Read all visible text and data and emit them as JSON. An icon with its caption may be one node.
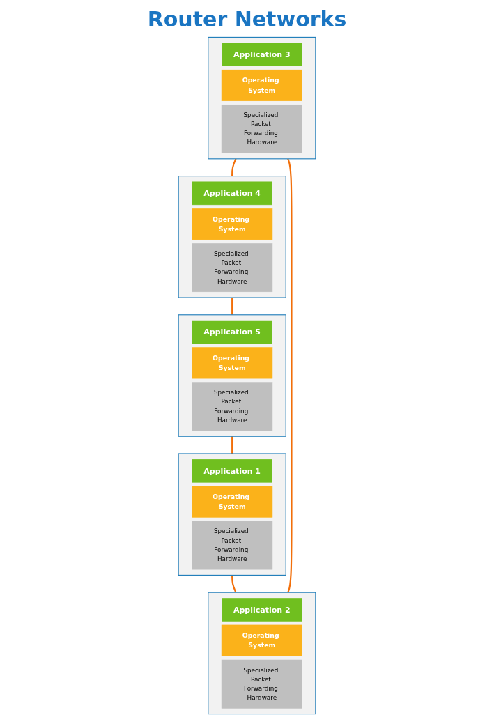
{
  "diagram": {
    "title": "Router Networks",
    "nodes": [
      {
        "text": [],
        "shape": "box"
      },
      {
        "text": [
          "Application 1"
        ],
        "in": 0
      },
      {
        "text": [
          "Operating System"
        ],
        "in": 0
      },
      {
        "text": [
          "Specialized Packet Forwarding Hardware"
        ],
        "in": 0
      },
      {
        "text": [],
        "shape": "box"
      },
      {
        "text": [
          "Application 5"
        ],
        "in": 4
      },
      {
        "text": [
          "Operating System"
        ],
        "in": 4
      },
      {
        "text": [
          "Specialized Packet Forwarding Hardware"
        ],
        "in": 4
      },
      {
        "text": [],
        "shape": "box"
      },
      {
        "text": [
          "Application 2"
        ],
        "in": 8
      },
      {
        "text": [
          "Operating System"
        ],
        "in": 8
      },
      {
        "text": [
          "Specialized Packet Forwarding Hardware"
        ],
        "in": 8
      },
      {
        "text": [],
        "shape": "box"
      },
      {
        "text": [
          "Application 4"
        ],
        "in": 12
      },
      {
        "text": [
          "Operating System"
        ],
        "in": 12
      },
      {
        "text": [
          "Specialized Packet Forwarding Hardware"
        ],
        "in": 12
      },
      {
        "text": [],
        "shape": "box"
      },
      {
        "text": [
          "Application 3"
        ],
        "in": 16
      },
      {
        "text": [
          "Operating System"
        ],
        "in": 16
      },
      {
        "text": [
          "Specialized Packet Forwarding Hardware"
        ],
        "in": 16
      }
    ],
    "edges": [
      {
        "from": 0,
        "to": 8,
        "arrow": "none"
      },
      {
        "from": 8,
        "to": 16,
        "arrow": "none"
      },
      {
        "from": 16,
        "to": 12,
        "arrow": "none"
      },
      {
        "from": 12,
        "to": 4,
        "arrow": "none"
      },
      {
        "from": 4,
        "to": 0,
        "arrow": "none"
      }
    ]
  }
}
